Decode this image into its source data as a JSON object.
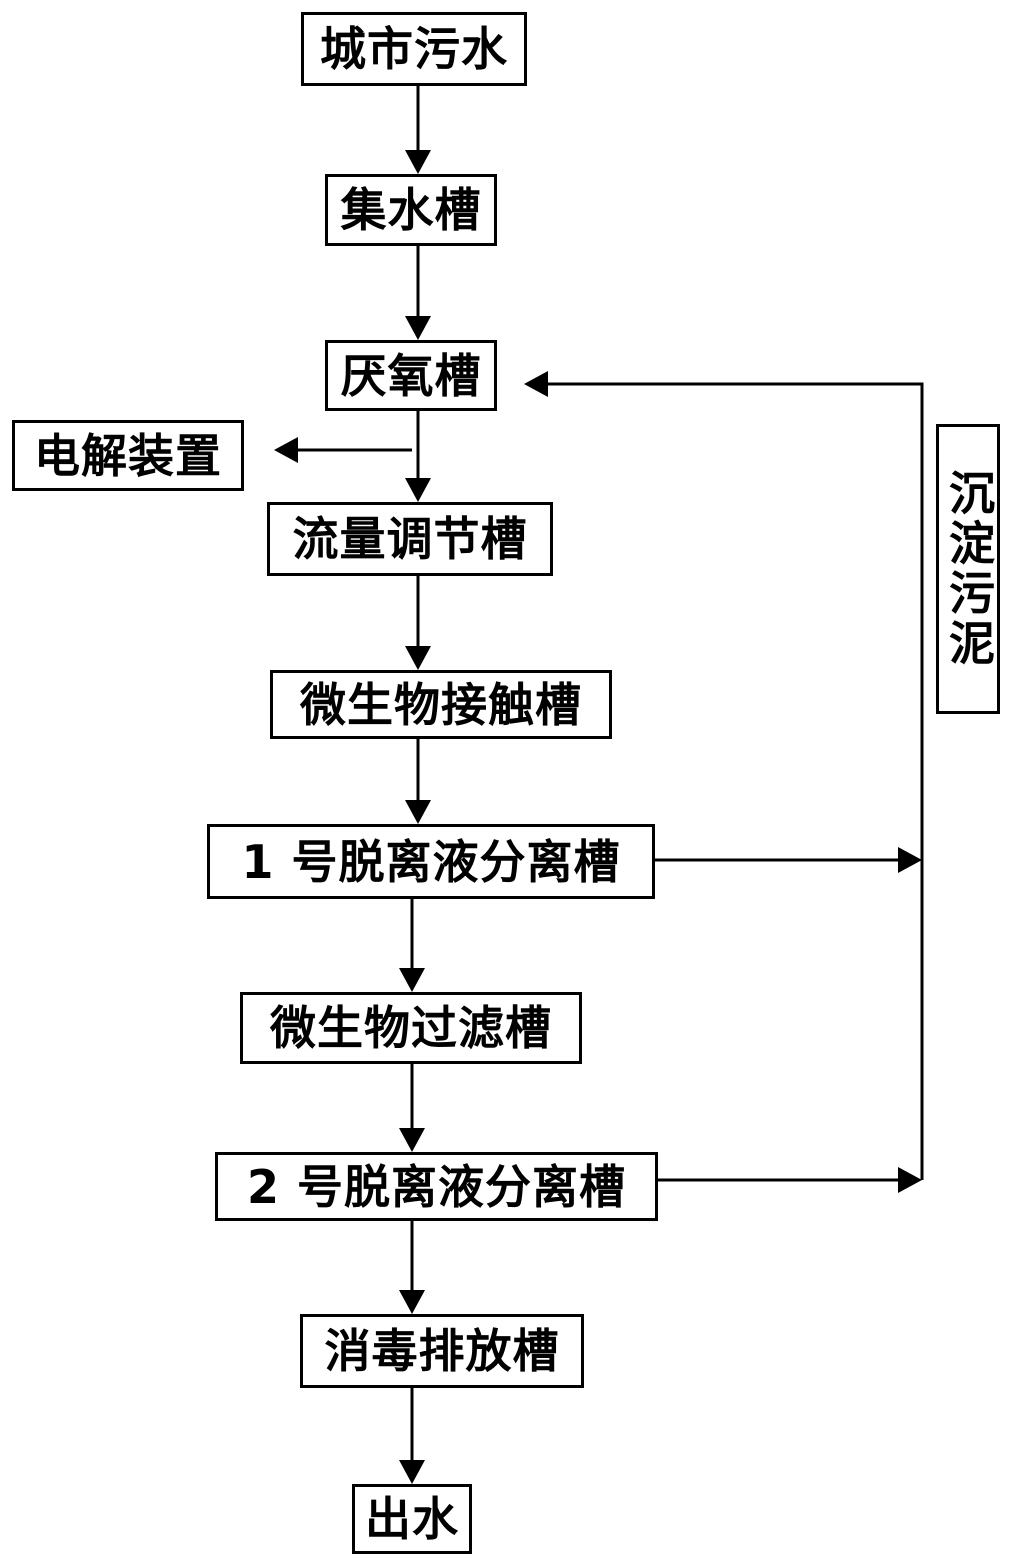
{
  "nodes": {
    "n1": "城市污水",
    "n2": "集水槽",
    "n3": "厌氧槽",
    "n4": "电解装置",
    "n5": "流量调节槽",
    "n6": "微生物接触槽",
    "n7": "1 号脱离液分离槽",
    "n8": "微生物过滤槽",
    "n9": "2 号脱离液分离槽",
    "n10": "消毒排放槽",
    "n11": "出水",
    "n12": "沉淀污泥"
  },
  "colors": {
    "line": "#000000",
    "box_border": "#000000",
    "background": "#ffffff"
  }
}
